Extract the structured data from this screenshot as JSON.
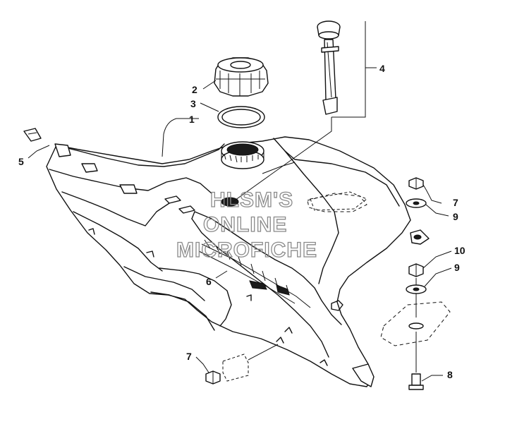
{
  "watermark": {
    "lines": [
      "HLSM'S",
      "ONLINE",
      "MICROFICHE"
    ]
  },
  "callouts": [
    {
      "label": "1"
    },
    {
      "label": "2"
    },
    {
      "label": "3"
    },
    {
      "label": "4"
    },
    {
      "label": "5"
    },
    {
      "label": "6"
    },
    {
      "label": "7"
    },
    {
      "label": "9"
    },
    {
      "label": "10"
    },
    {
      "label": "9"
    },
    {
      "label": "7"
    },
    {
      "label": "8"
    }
  ]
}
